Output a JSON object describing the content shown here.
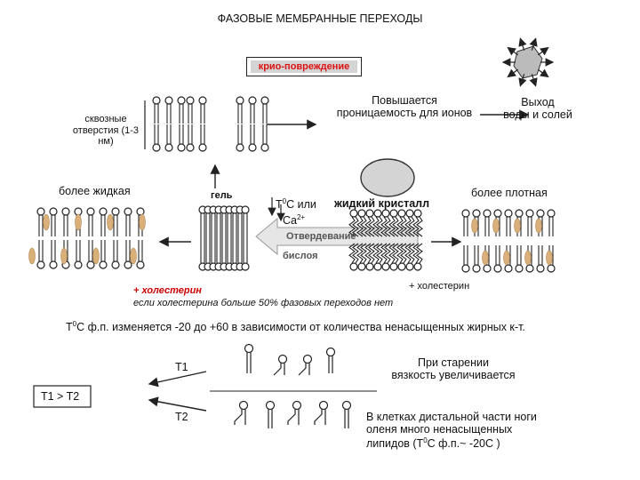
{
  "title": "ФАЗОВЫЕ МЕМБРАННЫЕ ПЕРЕХОДЫ",
  "cryo": {
    "label": "крио-повреждение"
  },
  "labels": {
    "pores": "сквозные\nотверстия (1-3 нм)",
    "permeability": "Повышается\nпроницаемость для ионов",
    "efflux": "Выход\nводы и солей",
    "more_liquid": "более жидкая",
    "gel": "гель",
    "temp_ca_1": "T",
    "temp_ca_sup": "0",
    "temp_ca_2": "С или",
    "ca_1": "Ca",
    "ca_sup": "2+",
    "liquid_crystal": "жидкий кристалл",
    "denser": "более плотная",
    "hardening_1": "Отвердевание",
    "hardening_2": "бислоя",
    "plus_chol_right": "+ холестерин",
    "plus_chol_left": "+ холестерин",
    "chol_note": "если холестерина больше 50% фазовых переходов нет",
    "range_1": "T",
    "range_sup": "0",
    "range_2": "С ф.п.  изменяется -20 до +60 в зависимости от количества ненасыщенных жирных к-т.",
    "t1": "T1",
    "t2": "T2",
    "t1_gt_t2": "T1 > T2",
    "aging": "При старении\nвязкость увеличивается",
    "deer_1": "В клетках дистальной части ноги\nоленя много ненасыщенных\nлипидов (T",
    "deer_sup": "0",
    "deer_2": "С ф.п.~ -20С )"
  },
  "colors": {
    "cholesterol": "#d9b07a",
    "cryo_text": "#dd1111",
    "chol_text": "#cc0000",
    "arrow": "#222222",
    "vesicle": "#d4d4d4"
  }
}
